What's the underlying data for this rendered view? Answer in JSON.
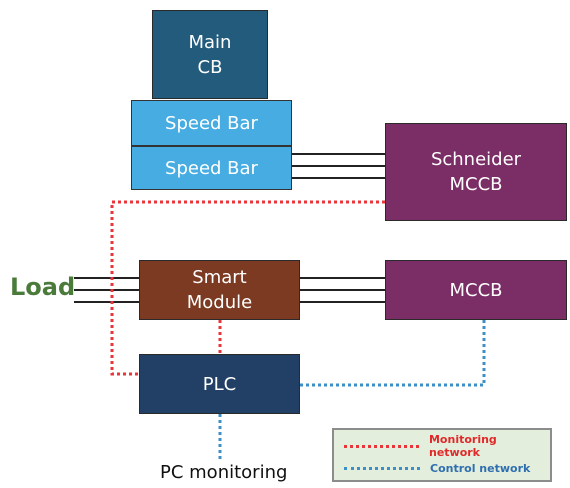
{
  "colors": {
    "monitoring": "#e8353a",
    "control": "#3c8fc8",
    "wire": "#222222"
  },
  "blocks": {
    "main_cb": "Main\nCB",
    "speed_bar_top": "Speed Bar",
    "speed_bar_bottom": "Speed Bar",
    "schneider_mccb": "Schneider\nMCCB",
    "smart_module": "Smart\nModule",
    "mccb": "MCCB",
    "plc": "PLC"
  },
  "labels": {
    "load": "Load",
    "pc_monitoring": "PC monitoring"
  },
  "legend": {
    "monitoring_label": "Monitoring network",
    "control_label": "Control network"
  }
}
